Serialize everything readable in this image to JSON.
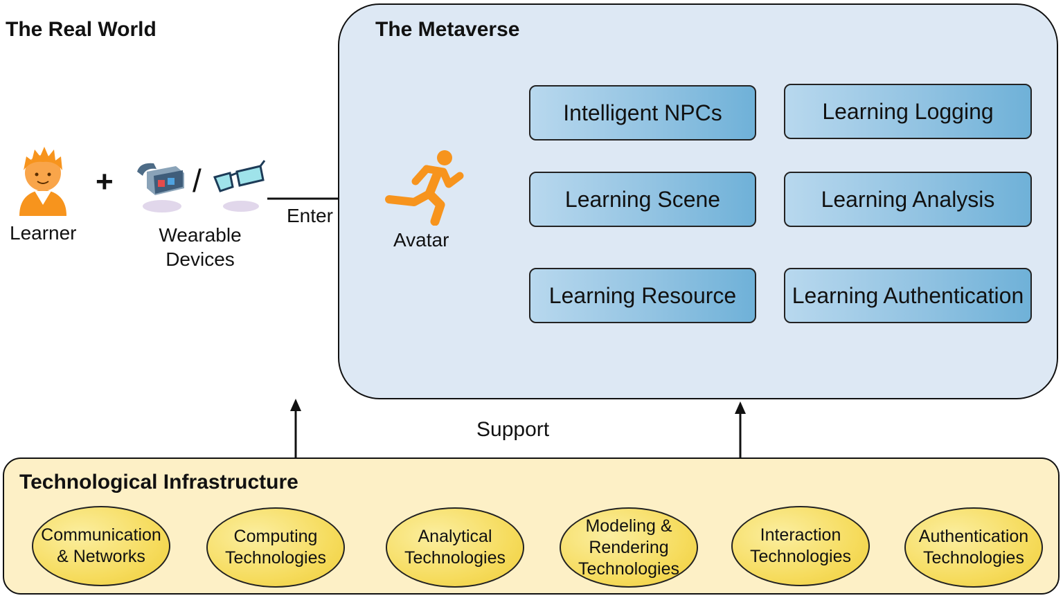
{
  "real_world": {
    "title": "The Real World",
    "learner_label": "Learner",
    "plus": "+",
    "slash": "/",
    "devices_label_line1": "Wearable",
    "devices_label_line2": "Devices",
    "enter_label": "Enter"
  },
  "metaverse": {
    "title": "The Metaverse",
    "avatar_label": "Avatar",
    "modules": [
      "Intelligent NPCs",
      "Learning Logging",
      "Learning Scene",
      "Learning Analysis",
      "Learning Resource",
      "Learning Authentication"
    ]
  },
  "support_label": "Support",
  "infrastructure": {
    "title": "Technological Infrastructure",
    "items": [
      "Communication\n& Networks",
      "Computing\nTechnologies",
      "Analytical\nTechnologies",
      "Modeling &\nRendering\nTechnologies",
      "Interaction\nTechnologies",
      "Authentication\nTechnologies"
    ]
  },
  "colors": {
    "metaverse_bg": "#dde8f4",
    "module_fill": "#92c3e2",
    "infra_bg": "#fdf0c6",
    "ellipse_fill": "#f6dc5e",
    "accent_orange": "#f7941d"
  }
}
